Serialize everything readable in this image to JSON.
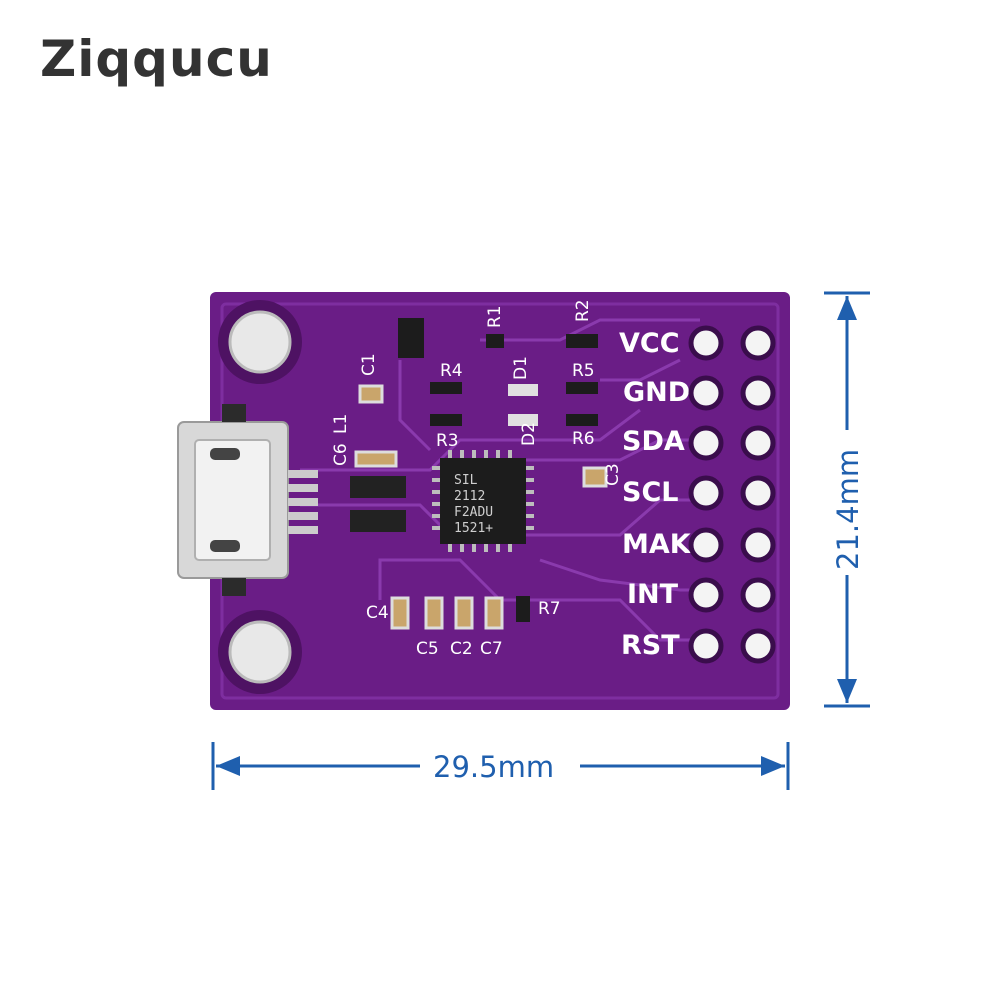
{
  "brand": {
    "name": "Ziqqucu"
  },
  "colors": {
    "pcb": "#6a1d86",
    "pcb_dark": "#4e1263",
    "trace": "#7e2ea0",
    "dimension": "#1f5fae",
    "brand_accent": "#1a8a8a"
  },
  "board": {
    "pins": [
      "VCC",
      "GND",
      "SDA",
      "SCL",
      "MAK",
      "INT",
      "RST"
    ],
    "silkscreen": [
      "R1",
      "R2",
      "R4",
      "R5",
      "R3",
      "R6",
      "C1",
      "L1",
      "C6",
      "D1",
      "D2",
      "C3",
      "C4",
      "C5",
      "C2",
      "C7",
      "R7"
    ],
    "chip_marking": [
      "SIL",
      "2112",
      "F2ADU",
      "1521+"
    ]
  },
  "dimensions": {
    "width": "29.5mm",
    "height": "21.4mm"
  }
}
